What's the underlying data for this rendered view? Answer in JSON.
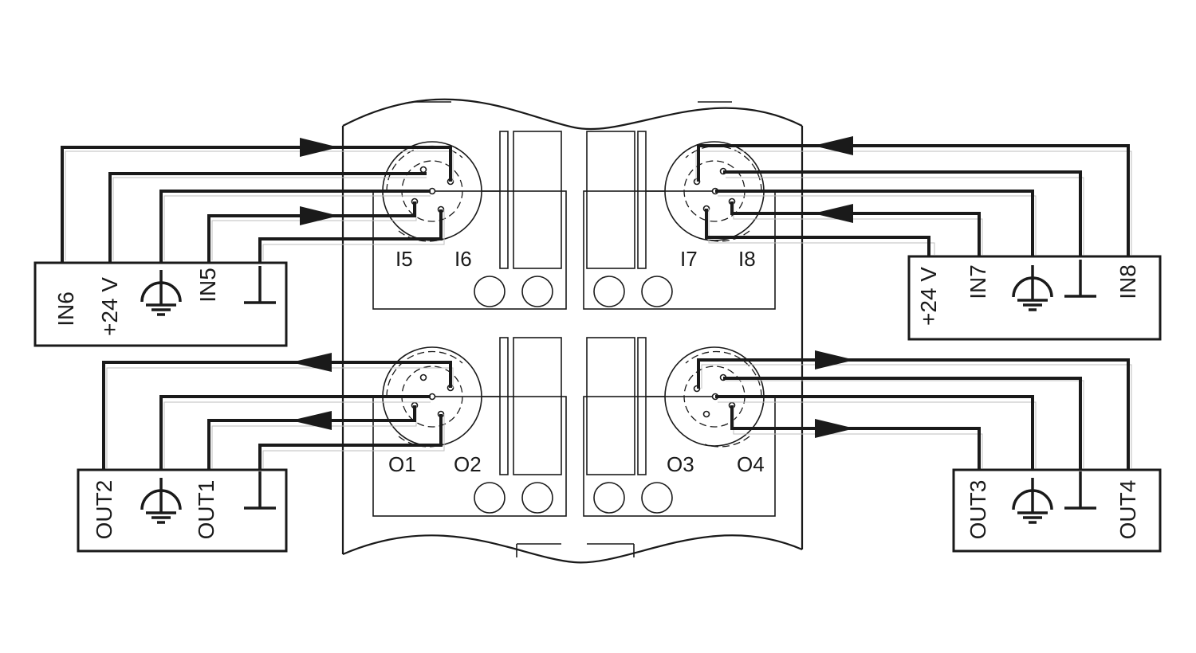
{
  "module": {
    "channels": [
      "I5",
      "I6",
      "I7",
      "I8",
      "O1",
      "O2",
      "O3",
      "O4"
    ]
  },
  "terminal_blocks": {
    "in_left": {
      "labels": [
        "IN6",
        "+24 V",
        "IN5"
      ]
    },
    "in_right": {
      "labels": [
        "+24 V",
        "IN7",
        "IN8"
      ]
    },
    "out_left": {
      "labels": [
        "OUT2",
        "OUT1"
      ]
    },
    "out_right": {
      "labels": [
        "OUT3",
        "OUT4"
      ]
    }
  },
  "symbols": [
    "protective-earth-icon",
    "ground-icon"
  ],
  "colors": {
    "line": "#1a1a1a",
    "halo": "#bdbdbd",
    "background": "#ffffff"
  }
}
